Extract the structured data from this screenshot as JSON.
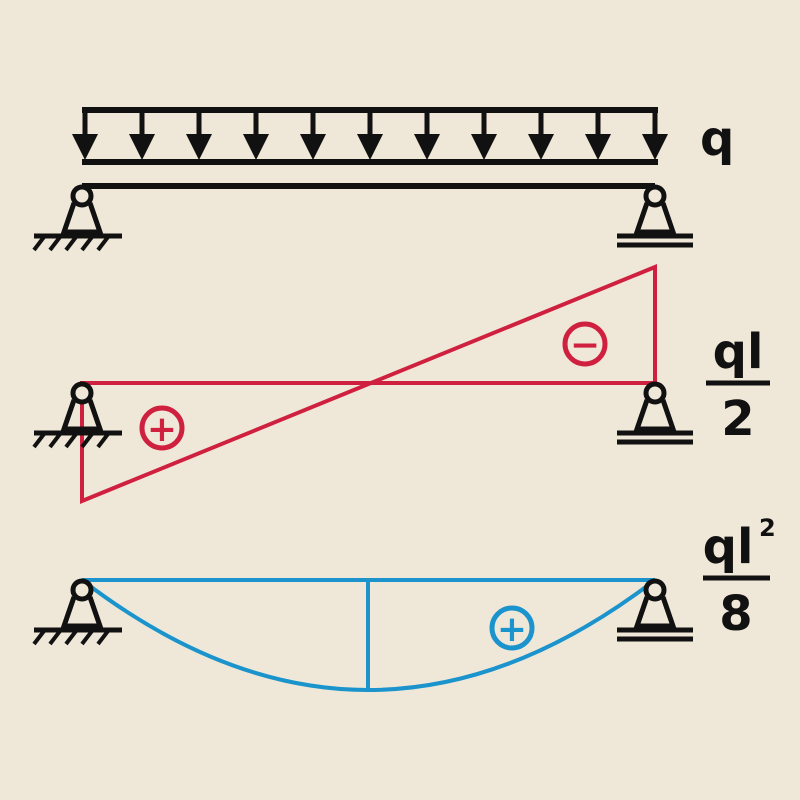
{
  "labels": {
    "load": "q",
    "shear_num": "ql",
    "shear_den": "2",
    "moment_num": "ql",
    "moment_exp": "2",
    "moment_den": "8"
  },
  "signs": {
    "shear_positive": "+",
    "shear_negative": "−",
    "moment_positive": "+"
  },
  "colors": {
    "background": "#efe8d8",
    "structure": "#111111",
    "shear": "#d0203f",
    "moment": "#1b93cc"
  },
  "icons": {
    "pinned_support": "pinned-support-icon",
    "roller_support": "roller-support-icon",
    "load_arrow": "down-arrow-icon"
  }
}
